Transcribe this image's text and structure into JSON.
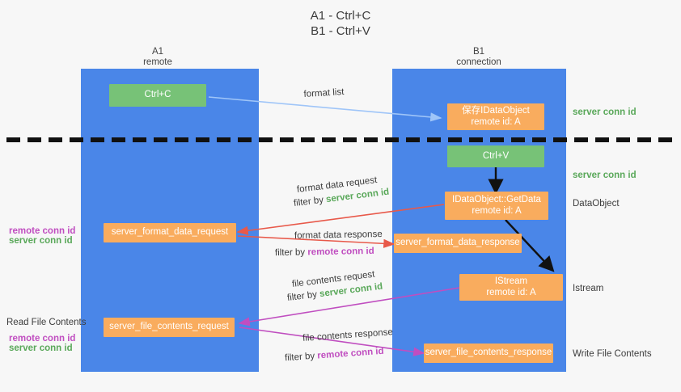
{
  "title": {
    "line1": "A1 - Ctrl+C",
    "line2": "B1 - Ctrl+V"
  },
  "lanes": [
    {
      "name": "a1",
      "title": "A1",
      "subtitle": "remote"
    },
    {
      "name": "b1",
      "title": "B1",
      "subtitle": "connection"
    }
  ],
  "nodes": {
    "ctrl_c": {
      "line1": "Ctrl+C",
      "line2": ""
    },
    "save_idataobject": {
      "line1": "保存IDataObject",
      "line2": "remote id: A"
    },
    "ctrl_v": {
      "line1": "Ctrl+V",
      "line2": ""
    },
    "idataobject_getdata": {
      "line1": "IDataObject::GetData",
      "line2": "remote id: A"
    },
    "format_data_request": {
      "line1": "server_format_data_request",
      "line2": ""
    },
    "format_data_response": {
      "line1": "server_format_data_response",
      "line2": ""
    },
    "istream": {
      "line1": "IStream",
      "line2": "remote id: A"
    },
    "file_contents_request": {
      "line1": "server_file_contents_request",
      "line2": ""
    },
    "file_contents_response": {
      "line1": "server_file_contents_response",
      "line2": ""
    }
  },
  "right_labels": {
    "server_conn_id_top": "server conn id",
    "server_conn_id_mid": "server conn id",
    "dataobject": "DataObject",
    "istream": "Istream",
    "write_file_contents": "Write File Contents"
  },
  "left_labels": {
    "remote_conn_id_upper": "remote conn id",
    "server_conn_id_upper": "server conn id",
    "read_file_contents": "Read File Contents",
    "remote_conn_id_lower": "remote conn id",
    "server_conn_id_lower": "server conn id"
  },
  "arrow_labels": {
    "format_list": "format list",
    "format_data_request": "format data request",
    "format_data_req_filter_prefix": "filter by ",
    "format_data_req_filter_key": "server conn id",
    "format_data_response": "format data response",
    "format_data_res_filter_prefix": "filter by ",
    "format_data_res_filter_key": "remote conn id",
    "file_contents_request": "file contents request",
    "file_contents_req_filter_prefix": "filter by ",
    "file_contents_req_filter_key": "server conn id",
    "file_contents_response": "file contents response",
    "file_contents_res_filter_prefix": "filter by ",
    "file_contents_res_filter_key": "remote conn id"
  },
  "colors": {
    "lane": "#4a86e8",
    "node_orange": "#f9ac5e",
    "node_green": "#77c277",
    "text_green": "#5aa85a",
    "text_purple": "#c04ec0",
    "arrow_red": "#e8594a",
    "arrow_magenta": "#c04ec0",
    "arrow_lightblue": "#9fc5f8",
    "arrow_black": "#111111",
    "background": "#f7f7f7"
  }
}
